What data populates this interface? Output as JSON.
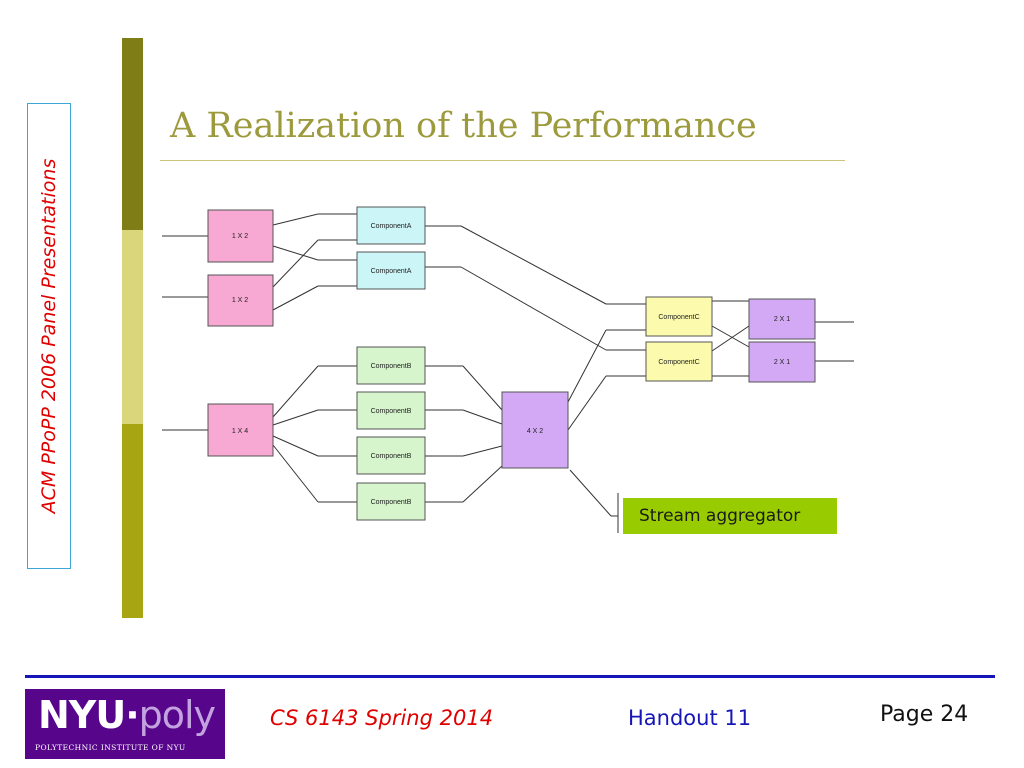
{
  "sidebar": {
    "label": "ACM PPoPP 2006 Panel Presentations"
  },
  "slide": {
    "title": "A Realization of the Performance"
  },
  "diagram": {
    "splitter_1x2_top": "1 X 2",
    "splitter_1x2_bottom": "1 X 2",
    "splitter_1x4": "1 X 4",
    "component_a_1": "ComponentA",
    "component_a_2": "ComponentA",
    "component_b_1": "ComponentB",
    "component_b_2": "ComponentB",
    "component_b_3": "ComponentB",
    "component_b_4": "ComponentB",
    "merger_4x2": "4 X 2",
    "component_c_1": "ComponentC",
    "component_c_2": "ComponentC",
    "merger_2x1_top": "2 X 1",
    "merger_2x1_bottom": "2 X 1",
    "callout": "Stream aggregator",
    "colors": {
      "splitter": "#f7a8d3",
      "component_a": "#ccf5f7",
      "component_b": "#d6f5cc",
      "merger": "#d3a9f5",
      "component_c": "#fbfaad",
      "callout": "#99cc00"
    }
  },
  "footer": {
    "logo_main": "NYU",
    "logo_dot": "·",
    "logo_poly": "poly",
    "logo_sub": "POLYTECHNIC INSTITUTE OF NYU",
    "course": "CS 6143 Spring 2014",
    "handout": "Handout 11",
    "page": "Page 24"
  }
}
